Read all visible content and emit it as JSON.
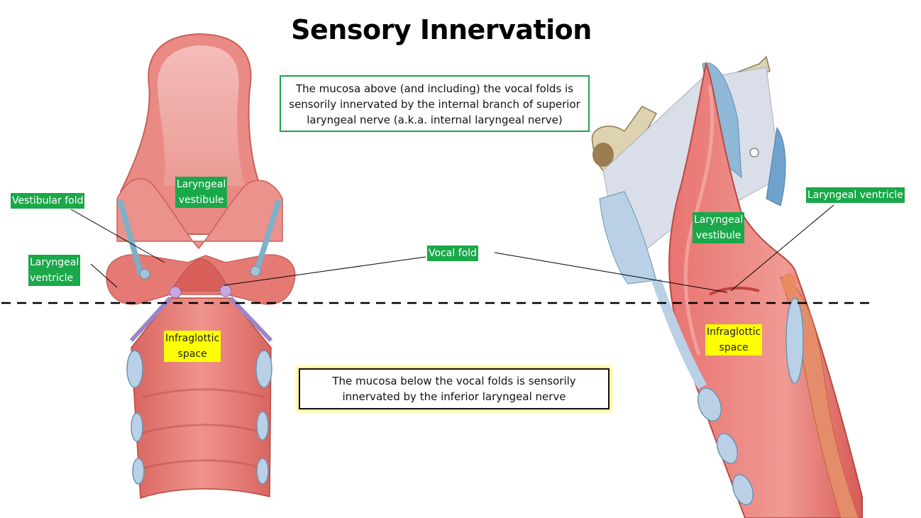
{
  "title": "Sensory Innervation",
  "notes": {
    "upper": "The mucosa above (and including) the vocal folds is sensorily innervated by the internal branch of superior laryngeal nerve (a.k.a. internal laryngeal nerve)",
    "lower": "The mucosa below the vocal folds is sensorily innervated by the inferior laryngeal nerve"
  },
  "labels": {
    "vestibular_fold": "Vestibular fold",
    "left_vestibule_line1": "Laryngeal",
    "left_vestibule_line2": "vestibule",
    "left_ventricle_line1": "Laryngeal",
    "left_ventricle_line2": "ventricle",
    "vocal_fold": "Vocal fold",
    "left_infraglottic_line1": "Infraglottic",
    "left_infraglottic_line2": "space",
    "right_ventricle": "Laryngeal ventricle",
    "right_vestibule_line1": "Laryngeal",
    "right_vestibule_line2": "vestibule",
    "right_infraglottic_line1": "Infraglottic",
    "right_infraglottic_line2": "space"
  },
  "colors": {
    "supraglottic_label": "#1aa84a",
    "infraglottic_label": "#ffff00",
    "mucosa": "#e9837f",
    "cartilage": "#b9d0e6",
    "bone": "#ddd3b0"
  }
}
